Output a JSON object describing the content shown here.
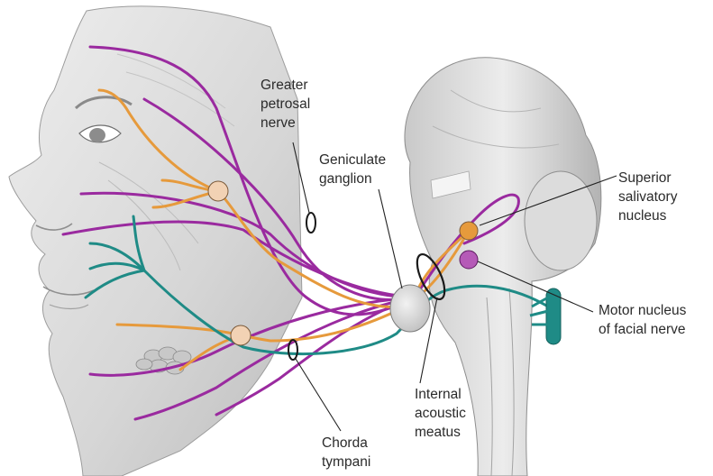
{
  "colors": {
    "sensory_nerve": "#e69a3c",
    "motor_nerve": "#9a2a9f",
    "parasympathetic_nerve": "#1f8b86",
    "skin": "#d9d9d9",
    "skin_shadow": "#a9a9a9"
  },
  "labels": {
    "greater_petrosal": [
      "Greater",
      "petrosal",
      "nerve"
    ],
    "geniculate_ganglion": [
      "Geniculate",
      "ganglion"
    ],
    "superior_salivatory": [
      "Superior",
      "salivatory",
      "nucleus"
    ],
    "motor_nucleus": [
      "Motor nucleus",
      "of facial nerve"
    ],
    "internal_acoustic": [
      "Internal",
      "acoustic",
      "meatus"
    ],
    "chorda_tympani": [
      "Chorda",
      "tympani"
    ]
  }
}
